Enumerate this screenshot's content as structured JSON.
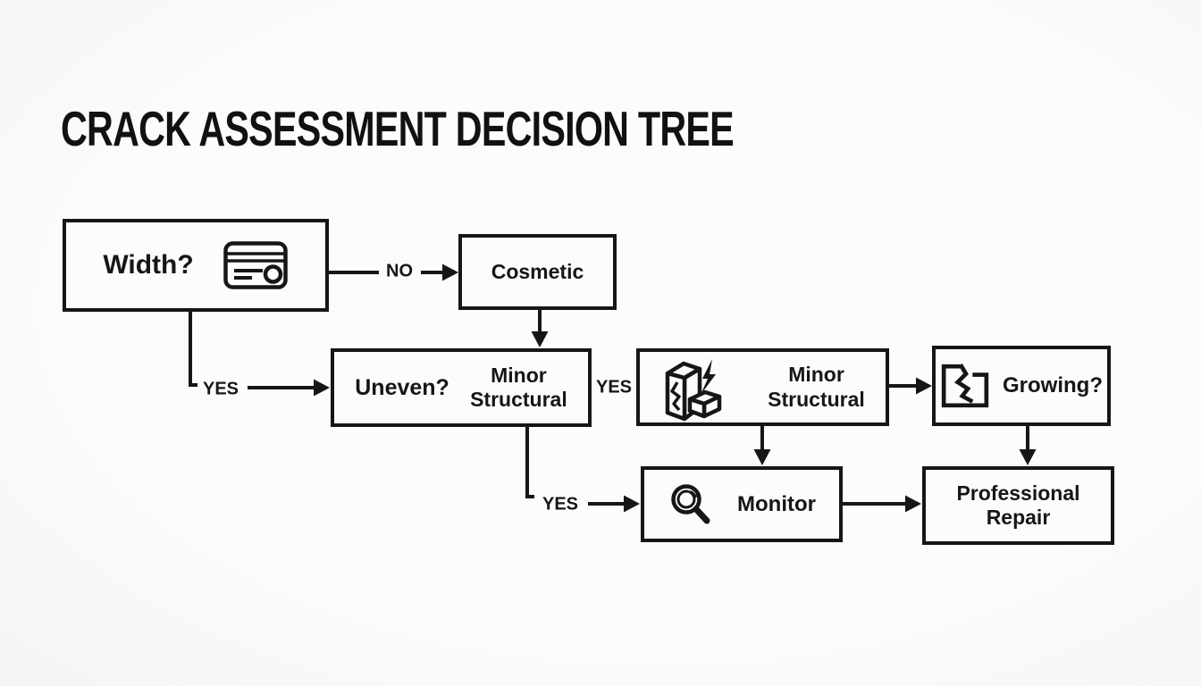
{
  "title": "CRACK ASSESSMENT DECISION TREE",
  "nodes": {
    "width": {
      "label": "Width?",
      "icon": "credit-card-icon"
    },
    "cosmetic": {
      "label": "Cosmetic"
    },
    "uneven": {
      "question": "Uneven?",
      "result_line1": "Minor",
      "result_line2": "Structural"
    },
    "minor_structural": {
      "line1": "Minor",
      "line2": "Structural",
      "icon": "cracked-wall-icon"
    },
    "growing": {
      "label": "Growing?",
      "icon": "cracked-tile-icon"
    },
    "monitor": {
      "label": "Monitor",
      "icon": "magnifying-glass-icon"
    },
    "professional_repair": {
      "line1": "Professional",
      "line2": "Repair"
    }
  },
  "edge_labels": {
    "width_no": "NO",
    "width_yes": "YES",
    "uneven_yes_right": "YES",
    "uneven_yes_down": "YES"
  },
  "colors": {
    "ink": "#161616",
    "background": "#fafaf8",
    "node_fill": "#fcfcfb"
  }
}
